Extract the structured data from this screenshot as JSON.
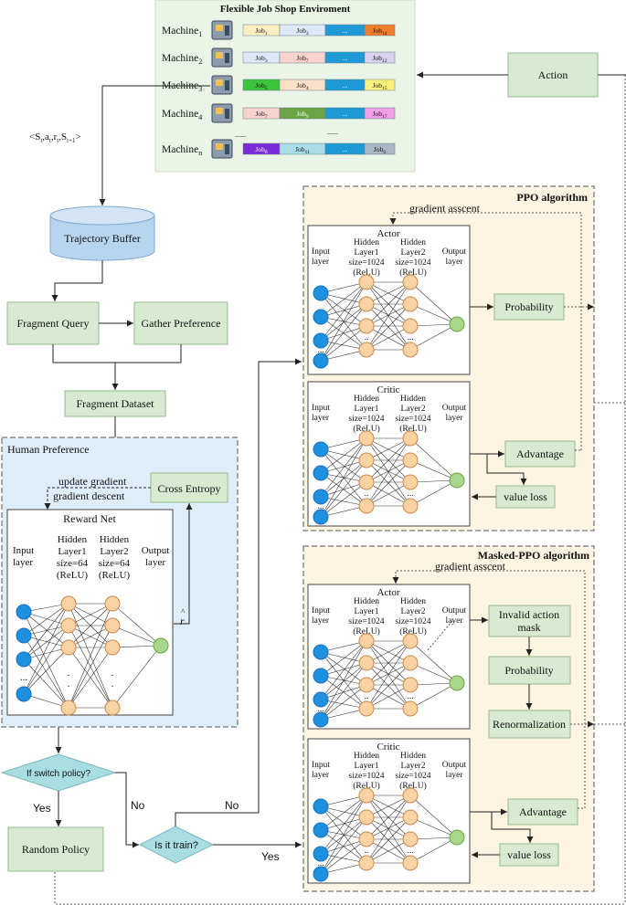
{
  "environment": {
    "title": "Flexible Job Shop Enviroment",
    "machines": [
      {
        "label": "Machine",
        "sub": "1",
        "jobs": [
          {
            "t": "Job",
            "s": "1",
            "c": "#fdeec2"
          },
          {
            "t": "Job",
            "s": "3",
            "c": "#dde8f8"
          },
          {
            "t": "...",
            "s": "",
            "c": "#1e9bd7"
          },
          {
            "t": "Job",
            "s": "14",
            "c": "#f07f2c"
          }
        ]
      },
      {
        "label": "Machine",
        "sub": "2",
        "jobs": [
          {
            "t": "Job",
            "s": "3",
            "c": "#dde8f8"
          },
          {
            "t": "Job",
            "s": "7",
            "c": "#f8d3cc"
          },
          {
            "t": "...",
            "s": "",
            "c": "#1e9bd7"
          },
          {
            "t": "Job",
            "s": "12",
            "c": "#d8d2ee"
          }
        ]
      },
      {
        "label": "Machine",
        "sub": "3",
        "jobs": [
          {
            "t": "Job",
            "s": "5",
            "c": "#3cc43c"
          },
          {
            "t": "Job",
            "s": "4",
            "c": "#fbe0c9"
          },
          {
            "t": "...",
            "s": "",
            "c": "#1e9bd7"
          },
          {
            "t": "Job",
            "s": "15",
            "c": "#fbf07a"
          }
        ]
      },
      {
        "label": "Machine",
        "sub": "4",
        "jobs": [
          {
            "t": "Job",
            "s": "7",
            "c": "#f8d3cc"
          },
          {
            "t": "Job",
            "s": "9",
            "c": "#6aa444"
          },
          {
            "t": "...",
            "s": "",
            "c": "#1e9bd7"
          },
          {
            "t": "Job",
            "s": "17",
            "c": "#f09ee8"
          }
        ]
      },
      {
        "label": "Machine",
        "sub": "n",
        "jobs": [
          {
            "t": "Job",
            "s": "8",
            "c": "#7a2ad8"
          },
          {
            "t": "Job",
            "s": "11",
            "c": "#a8dce6"
          },
          {
            "t": "...",
            "s": "",
            "c": "#1e9bd7"
          },
          {
            "t": "Job",
            "s": "6",
            "c": "#a9b6c4"
          }
        ]
      }
    ],
    "dots": "......"
  },
  "action": "Action",
  "transition": {
    "open": "<S",
    "s": "t",
    "a": "a",
    "r": "r",
    "s2": "S",
    "tp1": "t+1",
    "close": ">"
  },
  "trajectory_buffer": "Trajectory Buffer",
  "fragment_query": "Fragment Query",
  "gather_preference": "Gather Preference",
  "fragment_dataset": "Fragment Dataset",
  "human_preference": {
    "title": "Human Preference",
    "cross_entropy": "Cross Entropy",
    "update_gradient": "update gradient",
    "gradient_descent": "gradient  descent",
    "reward_net": "Reward Net",
    "input_layer": [
      "Input",
      "layer"
    ],
    "hidden1": [
      "Hidden",
      "Layer1",
      "size=64",
      "(ReLU)"
    ],
    "hidden2": [
      "Hidden",
      "Layer2",
      "size=64",
      "(ReLU)"
    ],
    "output_layer": [
      "Output",
      "layer"
    ],
    "r_hat": "r",
    "hat": "^"
  },
  "ppo": {
    "title": "PPO algorithm",
    "gradient_ascent": "gradient  asscent",
    "actor": "Actor",
    "critic": "Critic",
    "input_layer": [
      "Input",
      "layer"
    ],
    "hidden1": [
      "Hidden",
      "Layer1",
      "size=1024",
      "(ReLU)"
    ],
    "hidden2": [
      "Hidden",
      "Layer2",
      "size=1024",
      "(ReLU)"
    ],
    "output_layer": [
      "Output",
      "layer"
    ],
    "probability": "Probability",
    "advantage": "Advantage",
    "value_loss": "value loss"
  },
  "masked_ppo": {
    "title": "Masked-PPO algorithm",
    "gradient_ascent": "gradient  asscent",
    "actor": "Actor",
    "critic": "Critic",
    "invalid_mask": [
      "Invalid action",
      "mask"
    ],
    "probability": "Probability",
    "renormalization": "Renormalization",
    "advantage": "Advantage",
    "value_loss": "value loss"
  },
  "decisions": {
    "switch": "If switch policy?",
    "train": "Is it train?",
    "yes": "Yes",
    "no": "No",
    "random_policy": "Random Policy"
  },
  "colors": {
    "box_fill": "#d9ead3",
    "box_stroke": "#93b98a",
    "env_bg": "#eaf5e7",
    "panel_bg": "#fdf4e1",
    "human_bg": "#ddeefa",
    "input_node": "#1e90e0",
    "hidden_node": "#fbd2a4",
    "output_node": "#a8d68a",
    "diamond": "#a8dde2",
    "buffer": "#b8d5f0"
  }
}
